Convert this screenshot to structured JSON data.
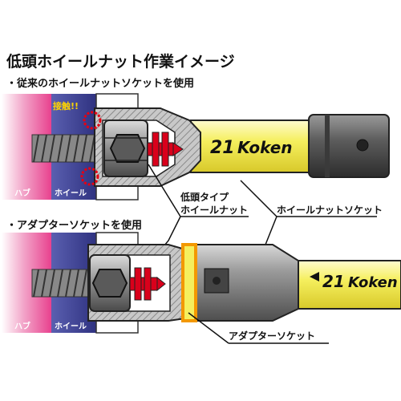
{
  "title": "低頭ホイールナット作業イメージ",
  "section1": {
    "heading": "・従来のホイールナットソケットを使用",
    "contact_label": "接触!!",
    "hub_label": "ハブ",
    "wheel_label": "ホイール",
    "brand_number": "21",
    "brand_name": "Koken"
  },
  "section2": {
    "heading": "・アダプターソケットを使用",
    "hub_label": "ハブ",
    "wheel_label": "ホイール",
    "brand_number": "21",
    "brand_name": "Koken"
  },
  "callouts": {
    "low_nut_line1": "低頭タイプ",
    "low_nut_line2": "ホイールナット",
    "wheel_nut_socket": "ホイールナットソケット",
    "adapter_socket": "アダプターソケット"
  },
  "colors": {
    "hub_pink": "#e8418e",
    "wheel_blue": "#3b3f8f",
    "extension_yellow": "#f5ef5e",
    "socket_gray": "#7d7d7d",
    "contact_red": "#e60012",
    "adapter_ring_orange": "#f39800",
    "stud_red": "#d9001b"
  }
}
